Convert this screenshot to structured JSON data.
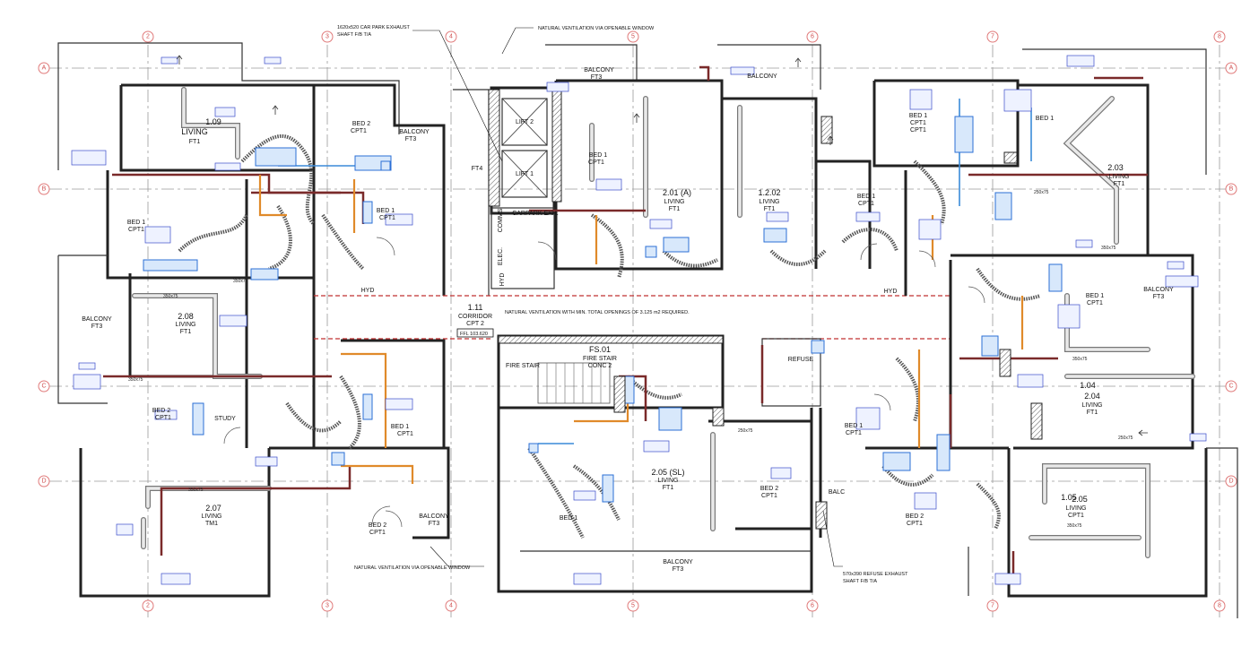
{
  "grid": {
    "columns": [
      "2",
      "3",
      "4",
      "5",
      "6",
      "7",
      "8"
    ],
    "rows": [
      "A",
      "B",
      "C",
      "D"
    ]
  },
  "notes": {
    "car_park_exhaust_line1": "1620x520 CAR PARK EXHAUST",
    "car_park_exhaust_line2": "SHAFT F/B T/A",
    "natural_vent_top": "NATURAL VENTILATION VIA OPENABLE WINDOW",
    "natural_vent_corridor": "NATURAL VENTILATION WITH MIN. TOTAL OPENINGS OF 3.125 m2 REQUIRED.",
    "natural_vent_bottom": "NATURAL VENTILATION VIA OPENABLE WINDOW",
    "refuse_exhaust_line1": "570x390 REFUSE EXHAUST",
    "refuse_exhaust_line2": "SHAFT F/B T/A",
    "ffl": "FFL 103.620"
  },
  "rooms": {
    "r109_num": "1.09",
    "r109_name": "LIVING",
    "r109_finish": "FT1",
    "bed2_top_left": "BED 2",
    "bed2_top_left_f": "CPT1",
    "balcony_top_left": "BALCONY",
    "balcony_top_left_f": "FT3",
    "bed1_left": "BED 1",
    "bed1_left_f": "CPT1",
    "bed1_mid_left": "BED 1",
    "bed1_mid_left_f": "CPT1",
    "r208_num": "2.08",
    "r208_name": "LIVING",
    "r208_finish": "FT1",
    "balcony_left": "BALCONY",
    "balcony_left_f": "FT3",
    "bed2_lower_left": "BED 2",
    "bed2_lower_left_f": "CPT1",
    "study": "STUDY",
    "bed1_lower_left": "BED 1",
    "bed1_lower_left_f": "CPT1",
    "r207_num": "2.07",
    "r207_name": "LIVING",
    "r207_finish": "TM1",
    "bed2_bottom_left": "BED 2",
    "bed2_bottom_left_f": "CPT1",
    "balcony_bottom_left": "BALCONY",
    "balcony_bottom_left_f": "FT3",
    "ft4": "FT4",
    "lift2": "LIFT 2",
    "lift1": "LIFT 1",
    "carpark": "CARPARK EXH.",
    "elec": "ELEC.",
    "comms": "COMMS",
    "hyd_left": "HYD",
    "corridor_num": "1.11",
    "corridor_name": "CORRIDOR",
    "corridor_finish": "CPT 2",
    "balcony_top_mid": "BALCONY",
    "balcony_top_mid_f": "FT3",
    "balcony_top_mid2": "BALCONY",
    "bed1_mid": "BED 1",
    "bed1_mid_f": "CPT1",
    "r201a_num": "2.01 (A)",
    "r201a_name": "LIVING",
    "r201a_finish": "FT1",
    "r202_num": "1.2.02",
    "r202_name": "LIVING",
    "r202_finish": "FT1",
    "bed1_mid_right": "BED 1",
    "bed1_mid_right_f": "CPT1",
    "hyd_right": "HYD",
    "fire_stair": "FIRE STAIR",
    "fs01_num": "FS.01",
    "fs01_name": "FIRE STAIR",
    "fs01_finish": "CONC 2",
    "refuse": "REFUSE",
    "r205_num": "2.05 (SL)",
    "r205_name": "LIVING",
    "r205_finish": "FT1",
    "bed2_bottom_mid": "BED 2",
    "bed2_bottom_mid_f": "CPT1",
    "bed1_bottom_mid": "BED 1",
    "balcony_bottom_mid": "BALCONY",
    "balcony_bottom_mid_f": "FT3",
    "bed1_right_low": "BED 1",
    "bed1_right_low_f": "CPT1",
    "bed2_right_low": "BED 2",
    "bed2_right_low_f": "CPT1",
    "balcony_right_low": "BALC",
    "r105_num": "1.05",
    "r205b_num": "2.05",
    "r105_name": "LIVING",
    "r105_finish": "CPT1",
    "bed1_top_right": "BED 1",
    "bed1_top_right_f": "CPT1",
    "bed1_top_right2": "BED 1",
    "r203_num": "2.03",
    "r203_name": "LIVING",
    "r203_finish": "FT1",
    "bed1_right": "BED 1",
    "bed1_right_f": "CPT1",
    "balcony_right": "BALCONY",
    "balcony_right_f": "FT3",
    "r104_num": "1.04",
    "r204_num": "2.04",
    "r204_name": "LIVING",
    "r204_finish": "FT1"
  },
  "duct_sizes": [
    "350x75",
    "350x75",
    "350x75",
    "250x75",
    "350x75",
    "350x75",
    "250x75",
    "350x75",
    "250x75",
    "350x75"
  ]
}
